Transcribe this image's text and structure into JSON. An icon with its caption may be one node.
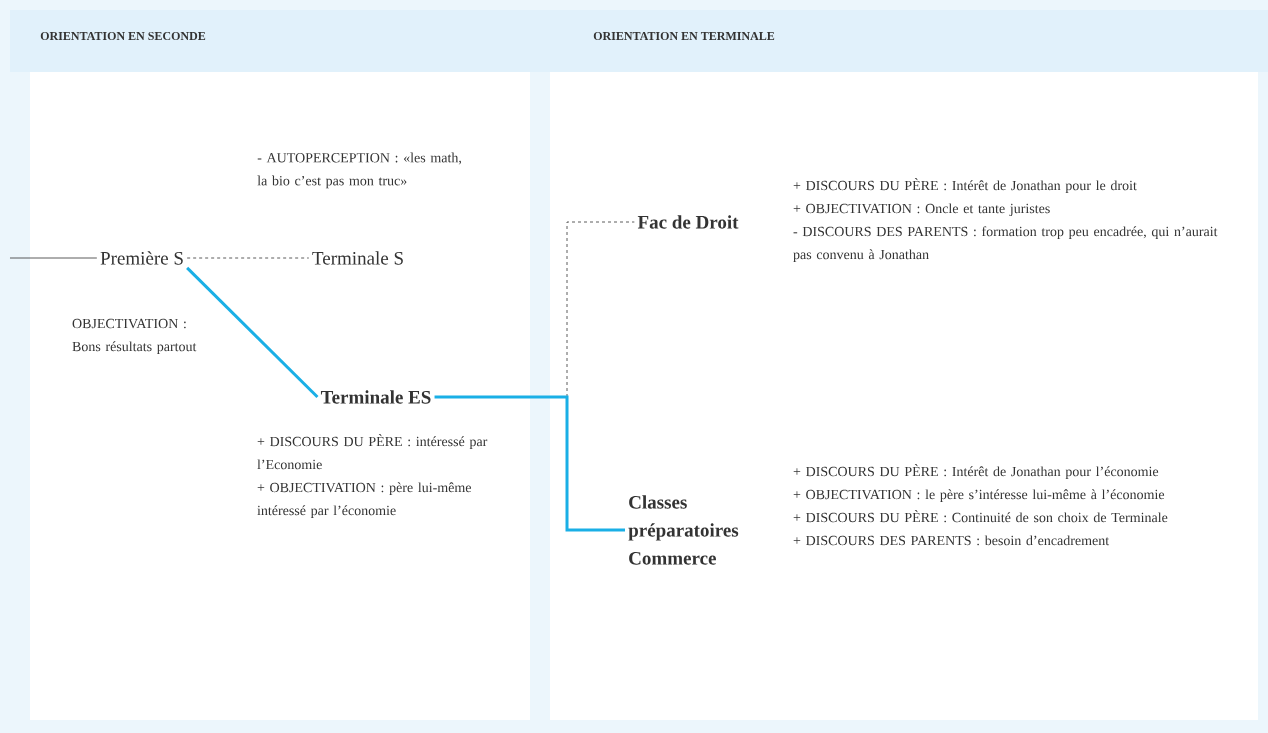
{
  "diagram": {
    "nodes": [
      {
        "text": [
          "Première S"
        ],
        "beside": [
          "OBJECTIVATION : Bons résultats partout"
        ]
      },
      {
        "text": [
          "Terminale S"
        ]
      },
      {
        "text": [
          "Terminale ES"
        ],
        "beside": [
          "+ DISCOURS DU PÈRE : intéressé par l’Economie",
          "+ OBJECTIVATION : père lui-même intéressé par l’économie"
        ]
      },
      {
        "text": [
          "Fac de Droit"
        ],
        "beside": [
          "+ DISCOURS DU PÈRE : Intérêt de Jonathan pour le droit",
          "+ OBJECTIVATION : Oncle et tante juristes",
          "- DISCOURS DES PARENTS : formation trop peu encadrée, qui n’aurait pas convenu à Jonathan"
        ]
      },
      {
        "text": [
          "Classes préparatoires Commerce"
        ],
        "beside": [
          "+ DISCOURS DU PÈRE : Intérêt de Jonathan pour l’économie",
          "+ OBJECTIVATION : le père s’intéresse lui-même à l’économie",
          "+ DISCOURS DU PÈRE : Continuité de son choix de Terminale",
          "+ DISCOURS DES PARENTS : besoin d’encadrement"
        ]
      }
    ],
    "edges": [
      {
        "from": null,
        "to": 0,
        "arrow": "none"
      },
      {
        "from": 0,
        "to": 1,
        "arrow": "none",
        "style": "dashed"
      },
      {
        "from": 0,
        "to": 2,
        "arrow": "none",
        "style": "thick",
        "color": "#1aafe6"
      },
      {
        "from": 2,
        "to": 3,
        "arrow": "none",
        "style": "dashed"
      },
      {
        "from": 2,
        "to": 4,
        "arrow": "none",
        "style": "thick",
        "color": "#1aafe6"
      }
    ],
    "labels": [
      "ORIENTATION EN SECONDE",
      "ORIENTATION EN TERMINALE",
      "- AUTOPERCEPTION : «les math, la bio c’est pas mon truc»"
    ]
  }
}
